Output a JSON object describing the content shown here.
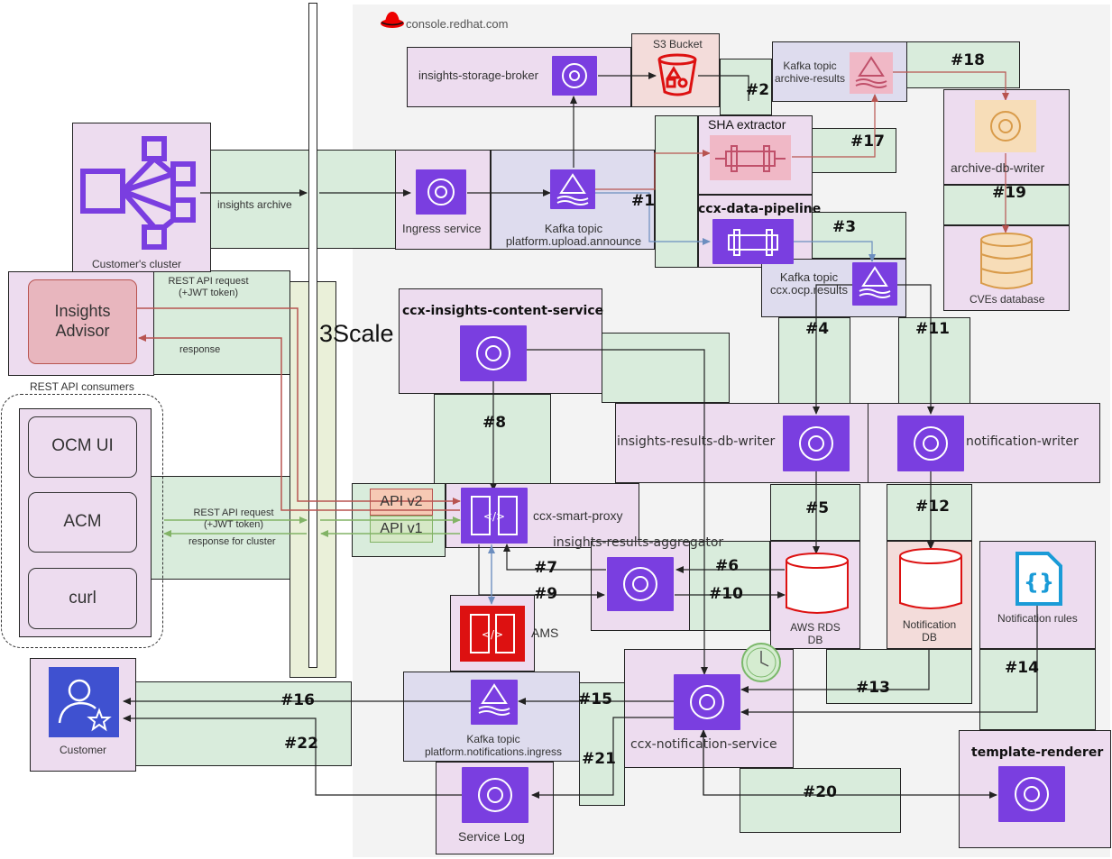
{
  "header": {
    "site": "console.redhat.com"
  },
  "labels": {
    "s3_bucket": "S3 Bucket",
    "storage_broker": "insights-storage-broker",
    "kafka_archive_results": "Kafka topic\narchive-results",
    "sha_extractor": "SHA extractor",
    "ccx_data_pipeline": "ccx-data-pipeline",
    "archive_db_writer": "archive-db-writer",
    "cves_database": "CVEs database",
    "customers_cluster": "Customer's cluster",
    "insights_archive": "insights archive",
    "ingress_service": "Ingress service",
    "kafka_upload": "Kafka topic\nplatform.upload.announce",
    "kafka_ocp": "Kafka topic\nccx.ocp.results",
    "insights_advisor": "Insights\nAdvisor",
    "rest_request_top": "REST API request\n(+JWT token)",
    "response": "response",
    "rest_api_consumers": "REST API consumers",
    "three_scale": "3Scale",
    "content_service": "ccx-insights-content-service",
    "ocm_ui": "OCM UI",
    "acm": "ACM",
    "curl": "curl",
    "rest_request_mid": "REST API request\n(+JWT token)",
    "response_cluster": "response for cluster",
    "api_v2": "API v2",
    "api_v1": "API v1",
    "smart_proxy": "ccx-smart-proxy",
    "results_aggregator": "insights-results-aggregator",
    "results_db_writer": "insights-results-db-writer",
    "notification_writer": "notification-writer",
    "aws_rds": "AWS RDS\nDB",
    "notification_db": "Notification\nDB",
    "notification_rules": "Notification rules",
    "ams": "AMS",
    "customer": "Customer",
    "kafka_notifications": "Kafka topic\nplatform.notifications.ingress",
    "notification_service": "ccx-notification-service",
    "template_renderer": "template-renderer",
    "service_log": "Service Log"
  },
  "edges": [
    "#1",
    "#2",
    "#3",
    "#4",
    "#5",
    "#6",
    "#7",
    "#8",
    "#9",
    "#10",
    "#11",
    "#12",
    "#13",
    "#14",
    "#15",
    "#16",
    "#17",
    "#18",
    "#19",
    "#20",
    "#21",
    "#22"
  ],
  "colors": {
    "purple_icon": "#7a3ee0",
    "red_arrow": "#b85450",
    "green_arrow": "#82b366",
    "blue_arrow": "#6c8ebf",
    "pink_fill": "#eddcef",
    "green_fill": "#d9ecdc",
    "lavender_fill": "#dedcee",
    "salmon_fill": "#f3dcda"
  },
  "icons": [
    "redhat-logo-icon",
    "cluster-icon",
    "bucket-icon",
    "kafka-icon",
    "pipeline-icon",
    "gear-service-icon",
    "api-gateway-icon",
    "database-icon",
    "json-rules-icon",
    "user-star-icon",
    "clock-icon"
  ]
}
